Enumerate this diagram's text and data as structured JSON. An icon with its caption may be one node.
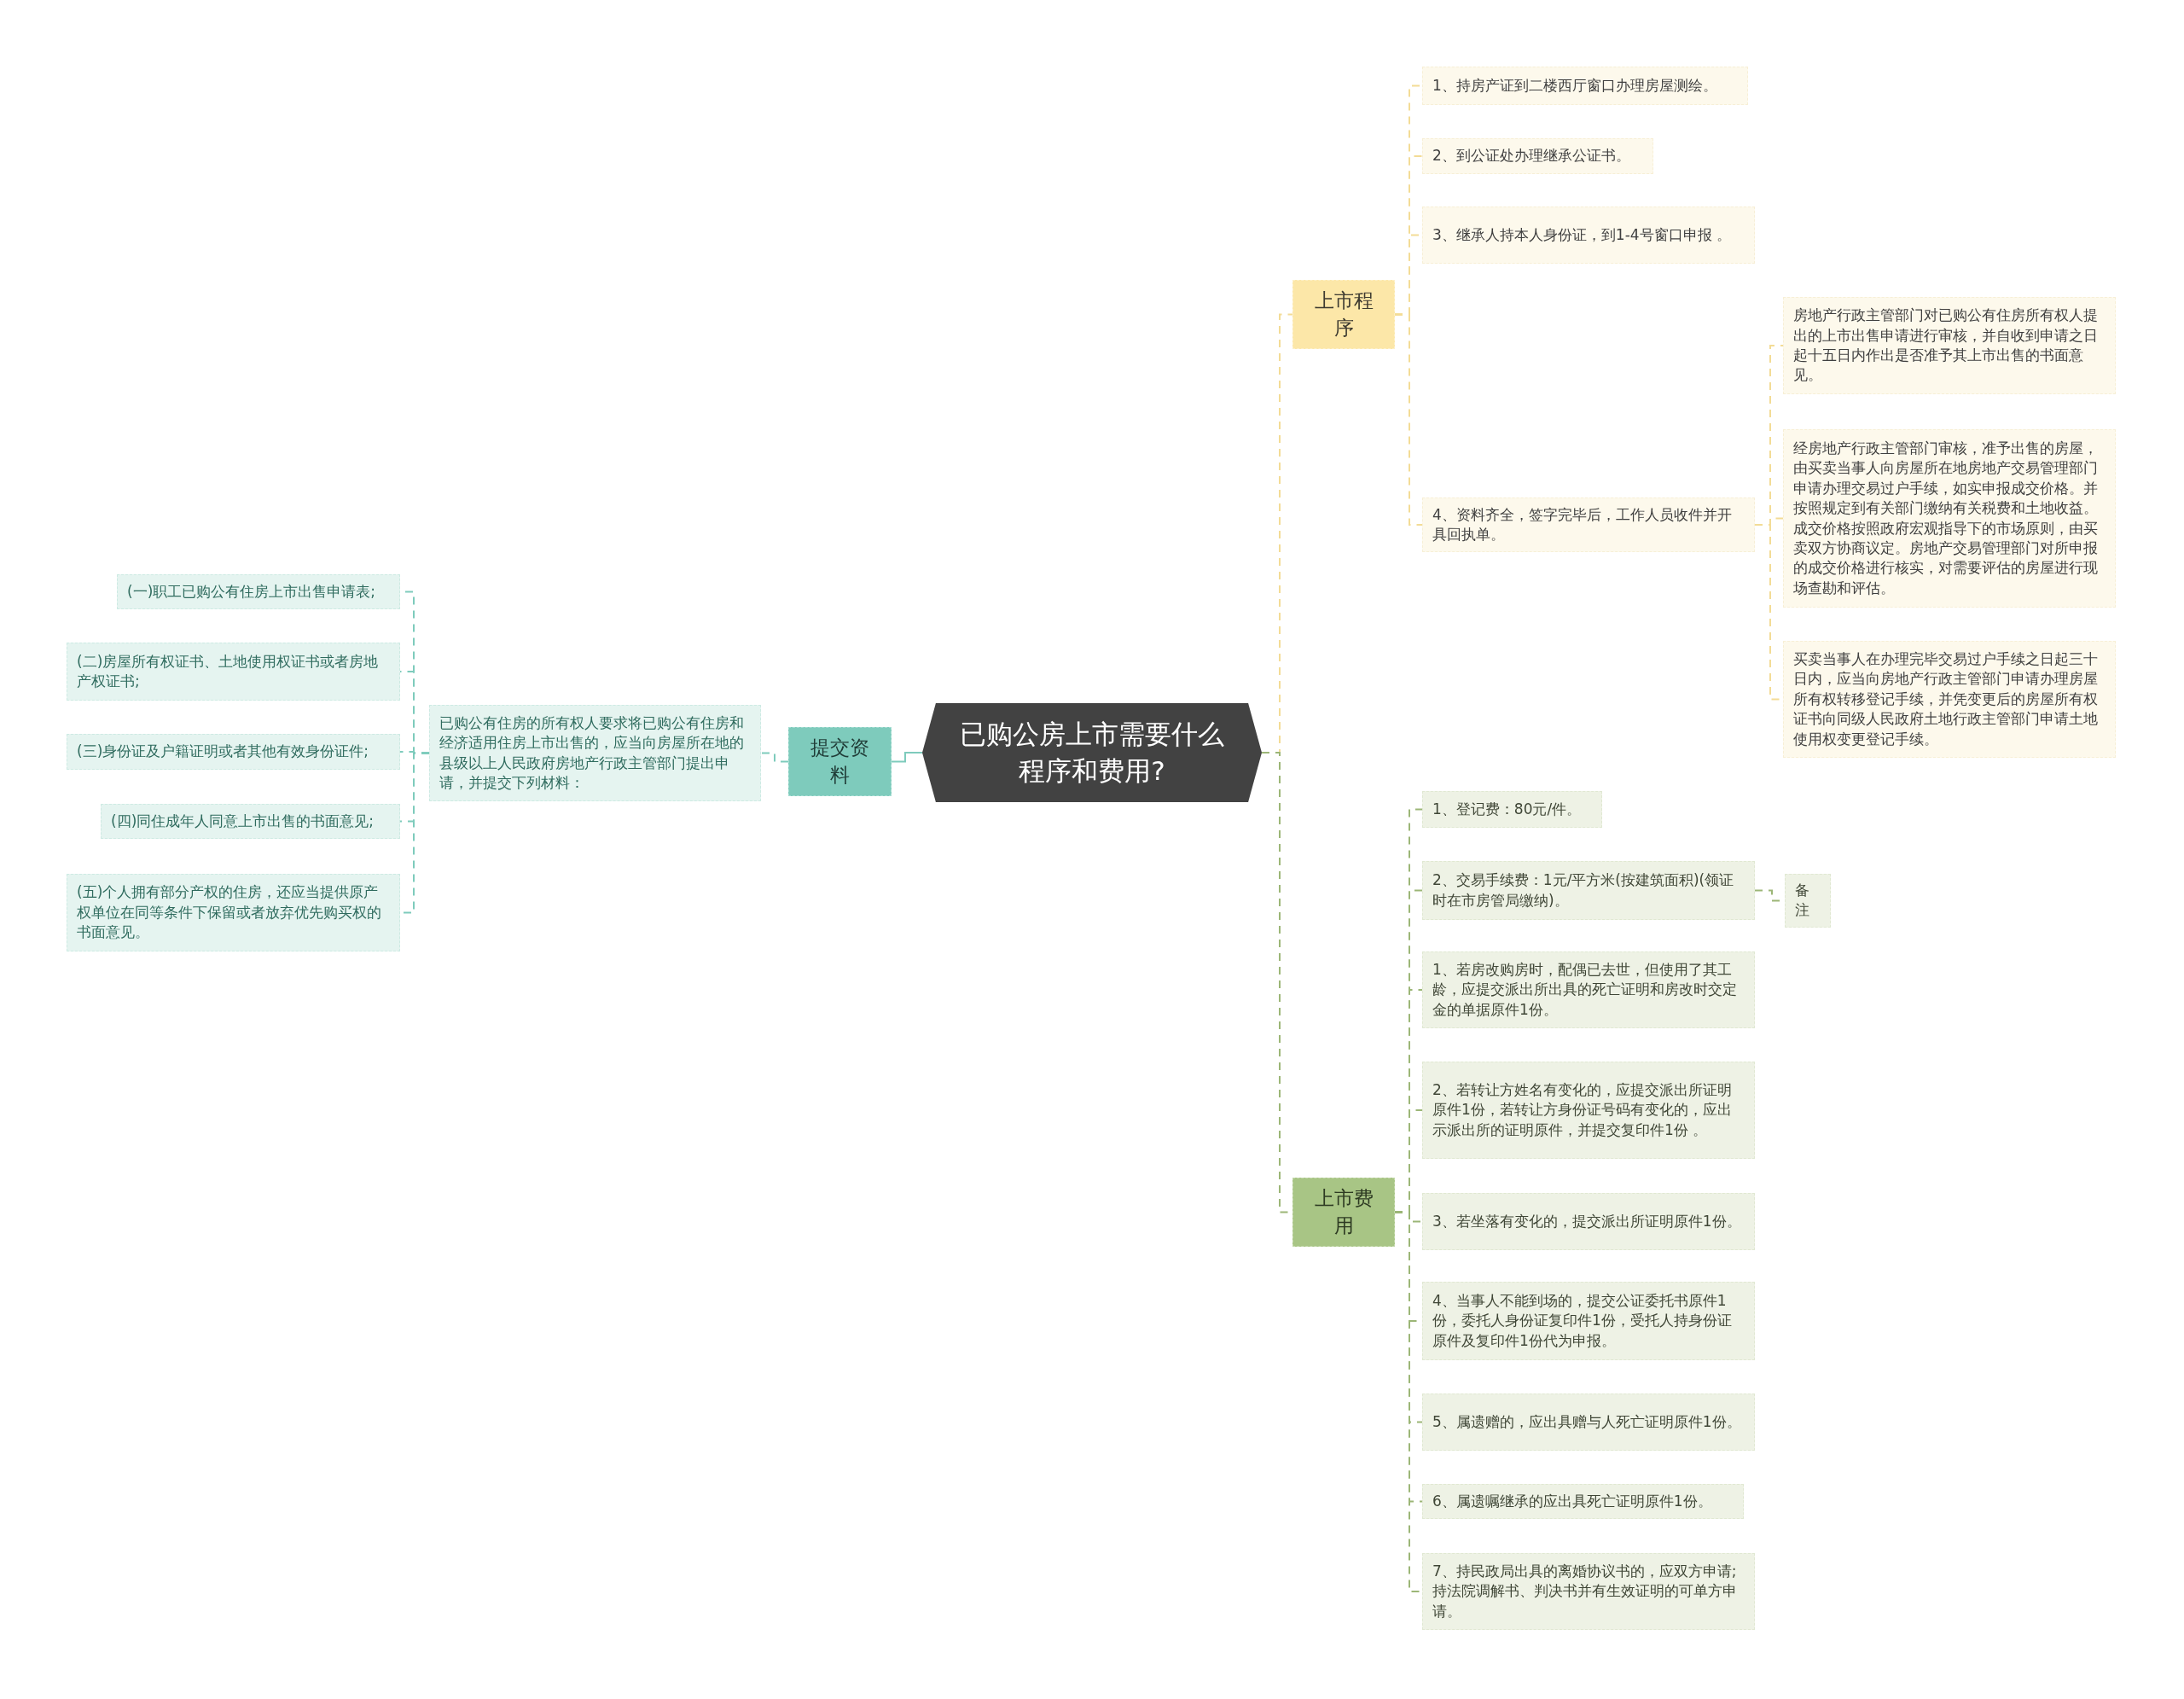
{
  "diagram": {
    "nodes": [
      {
        "text": [
          "已购公房上市需要什么程序和费用?"
        ]
      },
      {
        "text": [
          "提交资料"
        ]
      },
      {
        "text": [
          "已购公有住房的所有权人要求将已购公有住房和经济适用住房上市出售的，应当向房屋所在地的县级以上人民政府房地产行政主管部门提出申请，并提交下列材料："
        ]
      },
      {
        "text": [
          "(一)职工已购公有住房上市出售申请表;"
        ]
      },
      {
        "text": [
          "(二)房屋所有权证书、土地使用权证书或者房地产权证书;"
        ]
      },
      {
        "text": [
          "(三)身份证及户籍证明或者其他有效身份证件;"
        ]
      },
      {
        "text": [
          "(四)同住成年人同意上市出售的书面意见;"
        ]
      },
      {
        "text": [
          "(五)个人拥有部分产权的住房，还应当提供原产权单位在同等条件下保留或者放弃优先购买权的书面意见。"
        ]
      },
      {
        "text": [
          "上市程序"
        ]
      },
      {
        "text": [
          "1、持房产证到二楼西厅窗口办理房屋测绘。"
        ]
      },
      {
        "text": [
          "2、到公证处办理继承公证书。"
        ]
      },
      {
        "text": [
          "3、继承人持本人身份证，到1-4号窗口申报 。"
        ]
      },
      {
        "text": [
          "4、资料齐全，签字完毕后，工作人员收件并开具回执单。"
        ]
      },
      {
        "text": [
          "房地产行政主管部门对已购公有住房所有权人提出的上市出售申请进行审核，并自收到申请之日起十五日内作出是否准予其上市出售的书面意见。"
        ]
      },
      {
        "text": [
          "经房地产行政主管部门审核，准予出售的房屋，由买卖当事人向房屋所在地房地产交易管理部门申请办理交易过户手续，如实申报成交价格。并按照规定到有关部门缴纳有关税费和土地收益。成交价格按照政府宏观指导下的市场原则，由买卖双方协商议定。房地产交易管理部门对所申报的成交价格进行核实，对需要评估的房屋进行现场查勘和评估。"
        ]
      },
      {
        "text": [
          "买卖当事人在办理完毕交易过户手续之日起三十日内，应当向房地产行政主管部门申请办理房屋所有权转移登记手续，并凭变更后的房屋所有权证书向同级人民政府土地行政主管部门申请土地使用权变更登记手续。"
        ]
      },
      {
        "text": [
          "上市费用"
        ]
      },
      {
        "text": [
          "1、登记费：80元/件。"
        ]
      },
      {
        "text": [
          "2、交易手续费：1元/平方米(按建筑面积)(领证时在市房管局缴纳)。"
        ]
      },
      {
        "text": [
          "备注"
        ]
      },
      {
        "text": [
          "1、若房改购房时，配偶已去世，但使用了其工龄，应提交派出所出具的死亡证明和房改时交定金的单据原件1份。"
        ]
      },
      {
        "text": [
          "2、若转让方姓名有变化的，应提交派出所证明原件1份，若转让方身份证号码有变化的，应出示派出所的证明原件，并提交复印件1份 。"
        ]
      },
      {
        "text": [
          "3、若坐落有变化的，提交派出所证明原件1份。"
        ]
      },
      {
        "text": [
          "4、当事人不能到场的，提交公证委托书原件1份，委托人身份证复印件1份，受托人持身份证原件及复印件1份代为申报。"
        ]
      },
      {
        "text": [
          "5、属遗赠的，应出具赠与人死亡证明原件1份。"
        ]
      },
      {
        "text": [
          "6、属遗嘱继承的应出具死亡证明原件1份。"
        ]
      },
      {
        "text": [
          "7、持民政局出具的离婚协议书的，应双方申请;持法院调解书、判决书并有生效证明的可单方申请。"
        ]
      }
    ],
    "edges": [
      {
        "from": 0,
        "to": 1,
        "arrow": "none",
        "color": "#7ecbbc"
      },
      {
        "from": 1,
        "to": 2,
        "arrow": "none",
        "style": "dashed",
        "color": "#7ecbbc"
      },
      {
        "from": 2,
        "to": 3,
        "arrow": "none",
        "style": "dashed",
        "color": "#7ecbbc"
      },
      {
        "from": 2,
        "to": 4,
        "arrow": "none",
        "style": "dashed",
        "color": "#7ecbbc"
      },
      {
        "from": 2,
        "to": 5,
        "arrow": "none",
        "style": "dashed",
        "color": "#7ecbbc"
      },
      {
        "from": 2,
        "to": 6,
        "arrow": "none",
        "style": "dashed",
        "color": "#7ecbbc"
      },
      {
        "from": 2,
        "to": 7,
        "arrow": "none",
        "style": "dashed",
        "color": "#7ecbbc"
      },
      {
        "from": 0,
        "to": 8,
        "arrow": "none",
        "style": "dashed",
        "color": "#f3dc96"
      },
      {
        "from": 8,
        "to": 9,
        "arrow": "none",
        "style": "dashed",
        "color": "#f3dc96"
      },
      {
        "from": 8,
        "to": 10,
        "arrow": "none",
        "style": "dashed",
        "color": "#f3dc96"
      },
      {
        "from": 8,
        "to": 11,
        "arrow": "none",
        "style": "dashed",
        "color": "#f3dc96"
      },
      {
        "from": 8,
        "to": 12,
        "arrow": "none",
        "style": "dashed",
        "color": "#f3dc96"
      },
      {
        "from": 12,
        "to": 13,
        "arrow": "none",
        "style": "dashed",
        "color": "#f3dc96"
      },
      {
        "from": 12,
        "to": 14,
        "arrow": "none",
        "style": "dashed",
        "color": "#f3dc96"
      },
      {
        "from": 12,
        "to": 15,
        "arrow": "none",
        "style": "dashed",
        "color": "#f3dc96"
      },
      {
        "from": 0,
        "to": 16,
        "arrow": "none",
        "style": "dashed"
      },
      {
        "from": 16,
        "to": 17,
        "arrow": "none",
        "style": "dashed"
      },
      {
        "from": 16,
        "to": 18,
        "arrow": "none",
        "style": "dashed"
      },
      {
        "from": 18,
        "to": 19,
        "arrow": "none",
        "style": "dashed"
      },
      {
        "from": 16,
        "to": 20,
        "arrow": "none",
        "style": "dashed"
      },
      {
        "from": 16,
        "to": 21,
        "arrow": "none",
        "style": "dashed"
      },
      {
        "from": 16,
        "to": 22,
        "arrow": "none",
        "style": "dashed"
      },
      {
        "from": 16,
        "to": 23,
        "arrow": "none",
        "style": "dashed"
      },
      {
        "from": 16,
        "to": 24,
        "arrow": "none",
        "style": "dashed"
      },
      {
        "from": 16,
        "to": 25,
        "arrow": "none",
        "style": "dashed"
      },
      {
        "from": 16,
        "to": 26,
        "arrow": "none",
        "style": "dashed"
      }
    ]
  }
}
